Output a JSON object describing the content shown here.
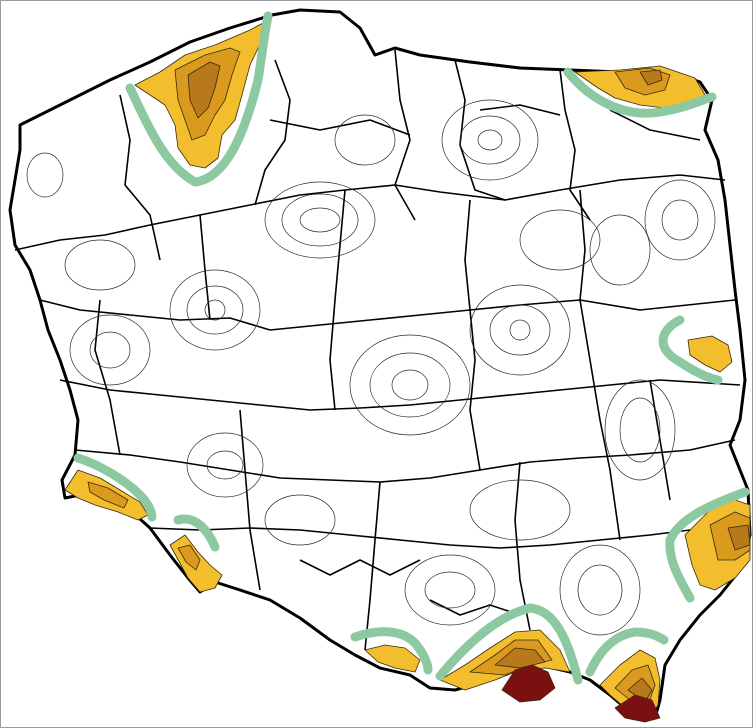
{
  "map": {
    "colors": {
      "background": "#ffffff",
      "border": "#000000",
      "contour": "#2b2b2b",
      "band": "#8cc9a0",
      "level_1": "#f2be2e",
      "level_2": "#d99a1e",
      "level_3": "#b8791a",
      "level_4": "#7a1010"
    },
    "highlighted_zones": [
      "north-west-coast",
      "north-east",
      "east-border",
      "south-east",
      "south-west-mountains",
      "south-mountains",
      "south-east-mountains"
    ]
  }
}
